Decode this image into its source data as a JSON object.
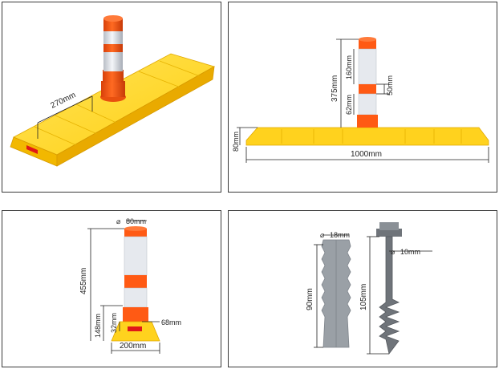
{
  "colors": {
    "yellow": "#ffd21e",
    "yellow_dark": "#e8a800",
    "orange": "#ff5a14",
    "reflective": "#e6e9ee",
    "red": "#e01818",
    "anchor_grey": "#9aa0a6",
    "screw_grey": "#6f747a"
  },
  "panels": {
    "iso": {
      "width_label": "270mm"
    },
    "front": {
      "height_label": "80mm",
      "length_label": "1000mm",
      "post_height_label": "375mm",
      "band_top_label": "160mm",
      "band_width_label": "50mm",
      "band_bottom_label": "62mm"
    },
    "side": {
      "diameter_label": "80mm",
      "post_height_label": "455mm",
      "base_height_label": "148mm",
      "small_label": "32mm",
      "reflector_label": "68mm",
      "base_width_label": "200mm"
    },
    "hardware": {
      "anchor_diameter_label": "18mm",
      "anchor_length_label": "90mm",
      "screw_diameter_label": "10mm",
      "screw_length_label": "105mm"
    }
  }
}
